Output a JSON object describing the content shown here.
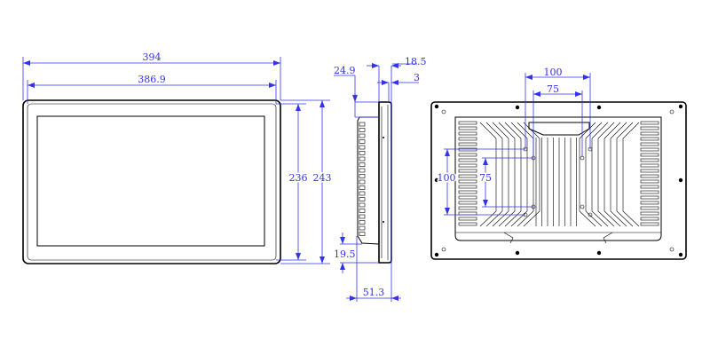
{
  "front_view": {
    "dimensions": {
      "overall_width": "394",
      "bezel_width": "386.9",
      "display_height": "236",
      "overall_height": "243"
    }
  },
  "side_view": {
    "dimensions": {
      "top_offset": "24.9",
      "bezel_depth": "18.5",
      "front_thickness": "3",
      "bottom_offset": "19.5",
      "overall_depth": "51.3"
    }
  },
  "rear_view": {
    "dimensions": {
      "vesa_h_large": "100",
      "vesa_h_small": "75",
      "vesa_v_large": "100",
      "vesa_v_small": "75"
    }
  },
  "colors": {
    "dimension": "#3333ee",
    "outline": "#000000"
  }
}
